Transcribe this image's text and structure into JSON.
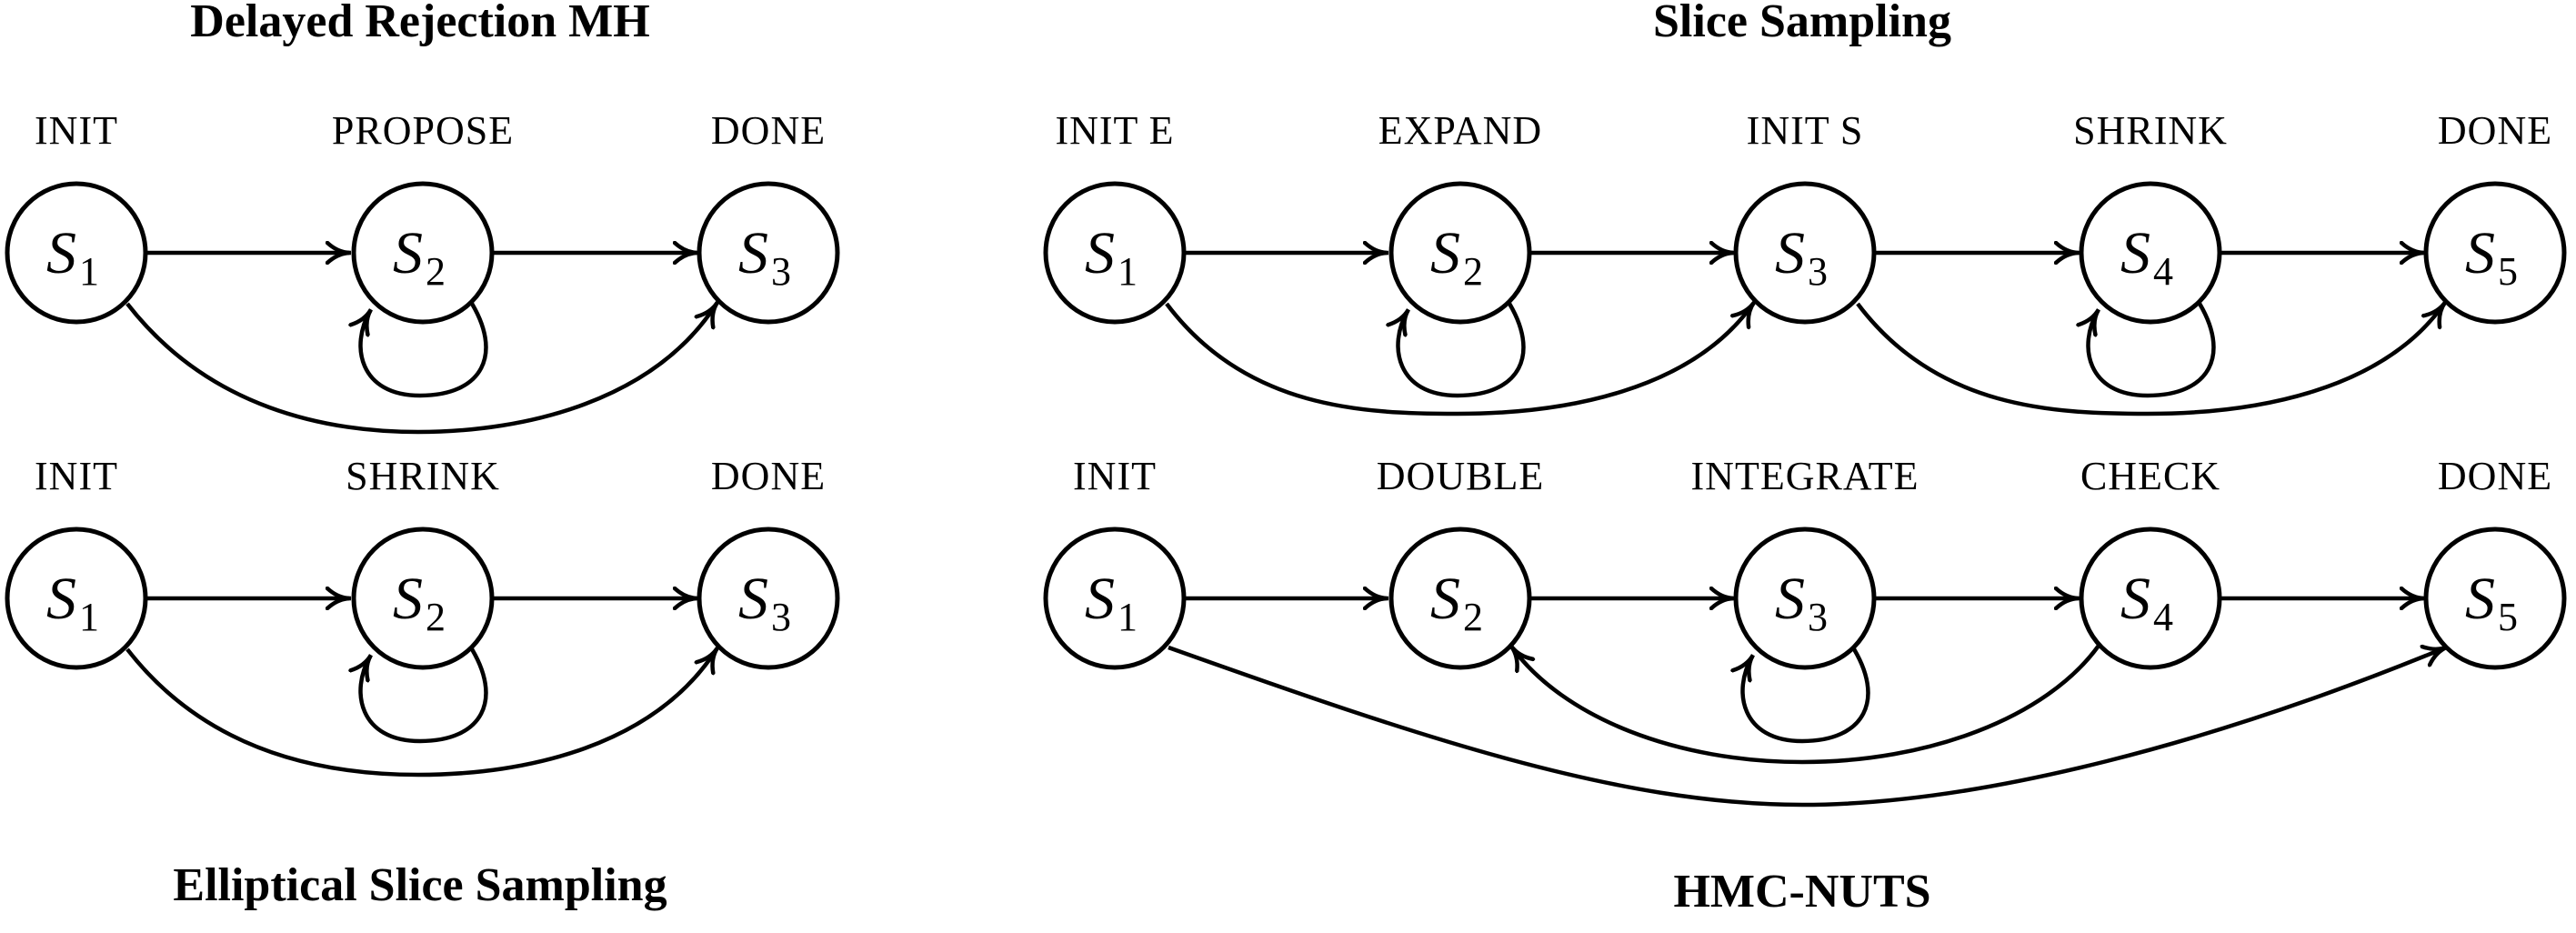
{
  "diagrams": [
    {
      "title": "Delayed Rejection MH",
      "states": [
        {
          "label": "INIT",
          "var": "S",
          "sub": "1"
        },
        {
          "label": "PROPOSE",
          "var": "S",
          "sub": "2"
        },
        {
          "label": "DONE",
          "var": "S",
          "sub": "3"
        }
      ],
      "edges": [
        {
          "from": 0,
          "to": 1,
          "kind": "straight"
        },
        {
          "from": 1,
          "to": 2,
          "kind": "straight"
        },
        {
          "from": 1,
          "to": 1,
          "kind": "loop"
        },
        {
          "from": 0,
          "to": 2,
          "kind": "arc-below"
        }
      ]
    },
    {
      "title": "Elliptical Slice Sampling",
      "states": [
        {
          "label": "INIT",
          "var": "S",
          "sub": "1"
        },
        {
          "label": "SHRINK",
          "var": "S",
          "sub": "2"
        },
        {
          "label": "DONE",
          "var": "S",
          "sub": "3"
        }
      ],
      "edges": [
        {
          "from": 0,
          "to": 1,
          "kind": "straight"
        },
        {
          "from": 1,
          "to": 2,
          "kind": "straight"
        },
        {
          "from": 1,
          "to": 1,
          "kind": "loop"
        },
        {
          "from": 0,
          "to": 2,
          "kind": "arc-below"
        }
      ]
    },
    {
      "title": "Slice Sampling",
      "states": [
        {
          "label": "INIT E",
          "var": "S",
          "sub": "1"
        },
        {
          "label": "EXPAND",
          "var": "S",
          "sub": "2"
        },
        {
          "label": "INIT S",
          "var": "S",
          "sub": "3"
        },
        {
          "label": "SHRINK",
          "var": "S",
          "sub": "4"
        },
        {
          "label": "DONE",
          "var": "S",
          "sub": "5"
        }
      ],
      "edges": [
        {
          "from": 0,
          "to": 1,
          "kind": "straight"
        },
        {
          "from": 1,
          "to": 2,
          "kind": "straight"
        },
        {
          "from": 2,
          "to": 3,
          "kind": "straight"
        },
        {
          "from": 3,
          "to": 4,
          "kind": "straight"
        },
        {
          "from": 1,
          "to": 1,
          "kind": "loop"
        },
        {
          "from": 3,
          "to": 3,
          "kind": "loop"
        },
        {
          "from": 0,
          "to": 2,
          "kind": "arc-below"
        },
        {
          "from": 2,
          "to": 4,
          "kind": "arc-below"
        }
      ]
    },
    {
      "title": "HMC-NUTS",
      "states": [
        {
          "label": "INIT",
          "var": "S",
          "sub": "1"
        },
        {
          "label": "DOUBLE",
          "var": "S",
          "sub": "2"
        },
        {
          "label": "INTEGRATE",
          "var": "S",
          "sub": "3"
        },
        {
          "label": "CHECK",
          "var": "S",
          "sub": "4"
        },
        {
          "label": "DONE",
          "var": "S",
          "sub": "5"
        }
      ],
      "edges": [
        {
          "from": 0,
          "to": 1,
          "kind": "straight"
        },
        {
          "from": 1,
          "to": 2,
          "kind": "straight"
        },
        {
          "from": 2,
          "to": 3,
          "kind": "straight"
        },
        {
          "from": 3,
          "to": 4,
          "kind": "straight"
        },
        {
          "from": 2,
          "to": 2,
          "kind": "loop"
        },
        {
          "from": 3,
          "to": 1,
          "kind": "arc-below"
        },
        {
          "from": 0,
          "to": 4,
          "kind": "arc-below-wide"
        }
      ]
    }
  ]
}
